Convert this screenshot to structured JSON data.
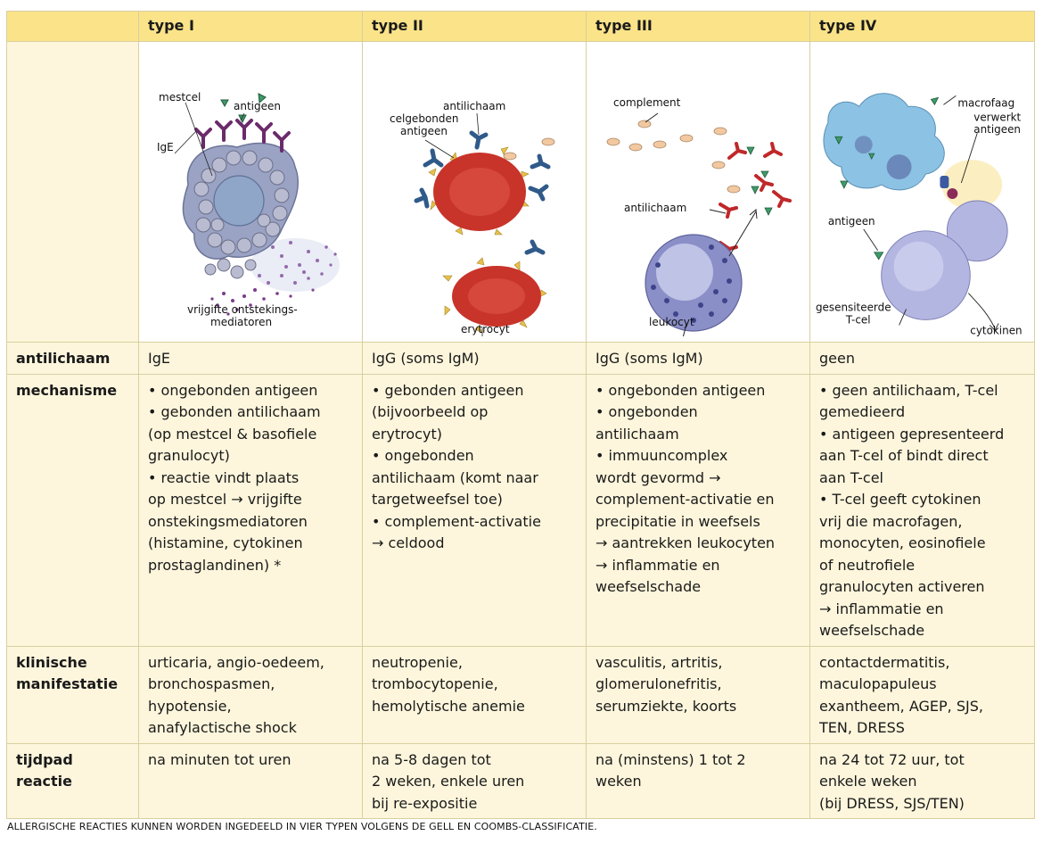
{
  "header": {
    "col0": "",
    "col1": "type I",
    "col2": "type II",
    "col3": "type III",
    "col4": "type IV"
  },
  "illustrations": {
    "type1": {
      "mestcel": "mestcel",
      "antigeen": "antigeen",
      "ige": "IgE",
      "mediators_1": "vrijgifte ontstekings-",
      "mediators_2": "mediatoren"
    },
    "type2": {
      "antilichaam": "antilichaam",
      "celgebonden_1": "celgebonden",
      "celgebonden_2": "antigeen",
      "erytrocyt": "erytrocyt"
    },
    "type3": {
      "complement": "complement",
      "antilichaam": "antilichaam",
      "leukocyt": "leukocyt"
    },
    "type4": {
      "macrofaag": "macrofaag",
      "verwerkt_1": "verwerkt",
      "verwerkt_2": "antigeen",
      "antigeen": "antigeen",
      "tcel_1": "gesensiteerde",
      "tcel_2": "T-cel",
      "cytokinen": "cytokinen"
    }
  },
  "rows": {
    "antilichaam": {
      "label": "antilichaam",
      "type1": "IgE",
      "type2": "IgG (soms IgM)",
      "type3": "IgG (soms IgM)",
      "type4": "geen"
    },
    "mechanisme": {
      "label": "mechanisme",
      "type1": [
        "• ongebonden antigeen",
        "• gebonden antilichaam",
        "(op mestcel & basofiele",
        "granulocyt)",
        "• reactie vindt plaats",
        "op mestcel → vrijgifte",
        "onstekingsmediatoren",
        "(histamine, cytokinen",
        "prostaglandinen) *"
      ],
      "type2": [
        "• gebonden antigeen",
        "(bijvoorbeeld op",
        "erytrocyt)",
        "• ongebonden",
        "antilichaam (komt naar",
        "targetweefsel toe)",
        "• complement-activatie",
        "→ celdood"
      ],
      "type3": [
        "• ongebonden antigeen",
        "• ongebonden",
        "antilichaam",
        "• immuuncomplex",
        "wordt gevormd →",
        "complement-activatie en",
        "precipitatie in weefsels",
        "→ aantrekken leukocyten",
        "→ inflammatie en",
        "weefselschade"
      ],
      "type4": [
        "• geen antilichaam, T-cel",
        "gemedieerd",
        "• antigeen gepresenteerd",
        "aan T-cel of bindt direct",
        "aan T-cel",
        "• T-cel geeft cytokinen",
        "vrij die macrofagen,",
        "monocyten, eosinofiele",
        "of neutrofiele",
        "granulocyten activeren",
        "→ inflammatie en",
        "weefselschade"
      ]
    },
    "klinisch": {
      "label_1": "klinische",
      "label_2": "manifestatie",
      "type1": [
        "urticaria, angio-oedeem,",
        "bronchospasmen,",
        "hypotensie,",
        "anafylactische shock"
      ],
      "type2": [
        "neutropenie,",
        "trombocytopenie,",
        "hemolytische anemie"
      ],
      "type3": [
        "vasculitis, artritis,",
        "glomerulonefritis,",
        "serumziekte, koorts"
      ],
      "type4": [
        "contactdermatitis,",
        "maculopapuleus",
        "exantheem, AGEP, SJS,",
        "TEN, DRESS"
      ]
    },
    "tijdpad": {
      "label_1": "tijdpad",
      "label_2": "reactie",
      "type1": [
        "na minuten tot uren"
      ],
      "type2": [
        "na 5-8 dagen tot",
        "2 weken, enkele uren",
        "bij re-expositie"
      ],
      "type3": [
        "na (minstens) 1 tot 2",
        "weken"
      ],
      "type4": [
        "na 24 tot 72 uur, tot",
        "enkele weken",
        "(bij DRESS, SJS/TEN)"
      ]
    }
  },
  "caption": "ALLERGISCHE REACTIES KUNNEN WORDEN INGEDEELD IN VIER TYPEN VOLGENS DE GELL EN COOMBS-CLASSIFICATIE.",
  "colors": {
    "header_bg": "#fbe389",
    "cell_bg": "#fdf6dc",
    "border": "#d8cfa0",
    "mast_cell": "#9aa3c4",
    "erythrocyte": "#c8342a",
    "antibody_blue": "#2f5a8a",
    "antibody_red": "#c0282a",
    "antigen_green": "#3f9a6a",
    "leukocyte": "#8a8fc8",
    "macrophage": "#8cc2e4",
    "tcell": "#b4b6e2"
  }
}
